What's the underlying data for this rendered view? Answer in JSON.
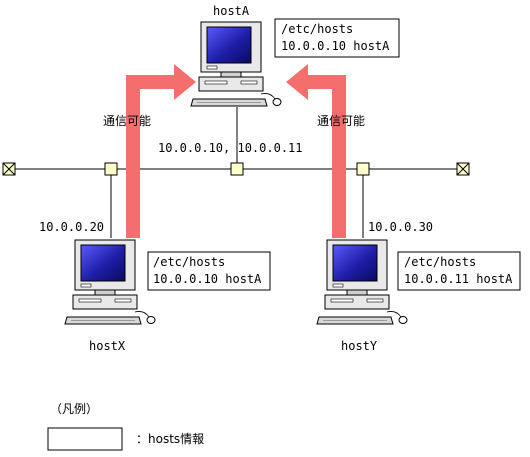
{
  "hosts": {
    "hostA": {
      "name": "hostA",
      "ip_label": "10.0.0.10, 10.0.0.11",
      "hosts_file": {
        "path": "/etc/hosts",
        "entry": "10.0.0.10 hostA"
      }
    },
    "hostX": {
      "name": "hostX",
      "ip_label": "10.0.0.20",
      "hosts_file": {
        "path": "/etc/hosts",
        "entry": "10.0.0.10 hostA"
      }
    },
    "hostY": {
      "name": "hostY",
      "ip_label": "10.0.0.30",
      "hosts_file": {
        "path": "/etc/hosts",
        "entry": "10.0.0.11 hostA"
      }
    }
  },
  "arrows": {
    "left_label": "通信可能",
    "right_label": "通信可能",
    "color": "#f46e6e"
  },
  "legend": {
    "title": "（凡例）",
    "item_label": "：hosts情報"
  },
  "colors": {
    "screen": "#1e1ea8",
    "network_line": "#000000",
    "connector": "#ffffcc",
    "computer_body": "#e6e6e6"
  }
}
